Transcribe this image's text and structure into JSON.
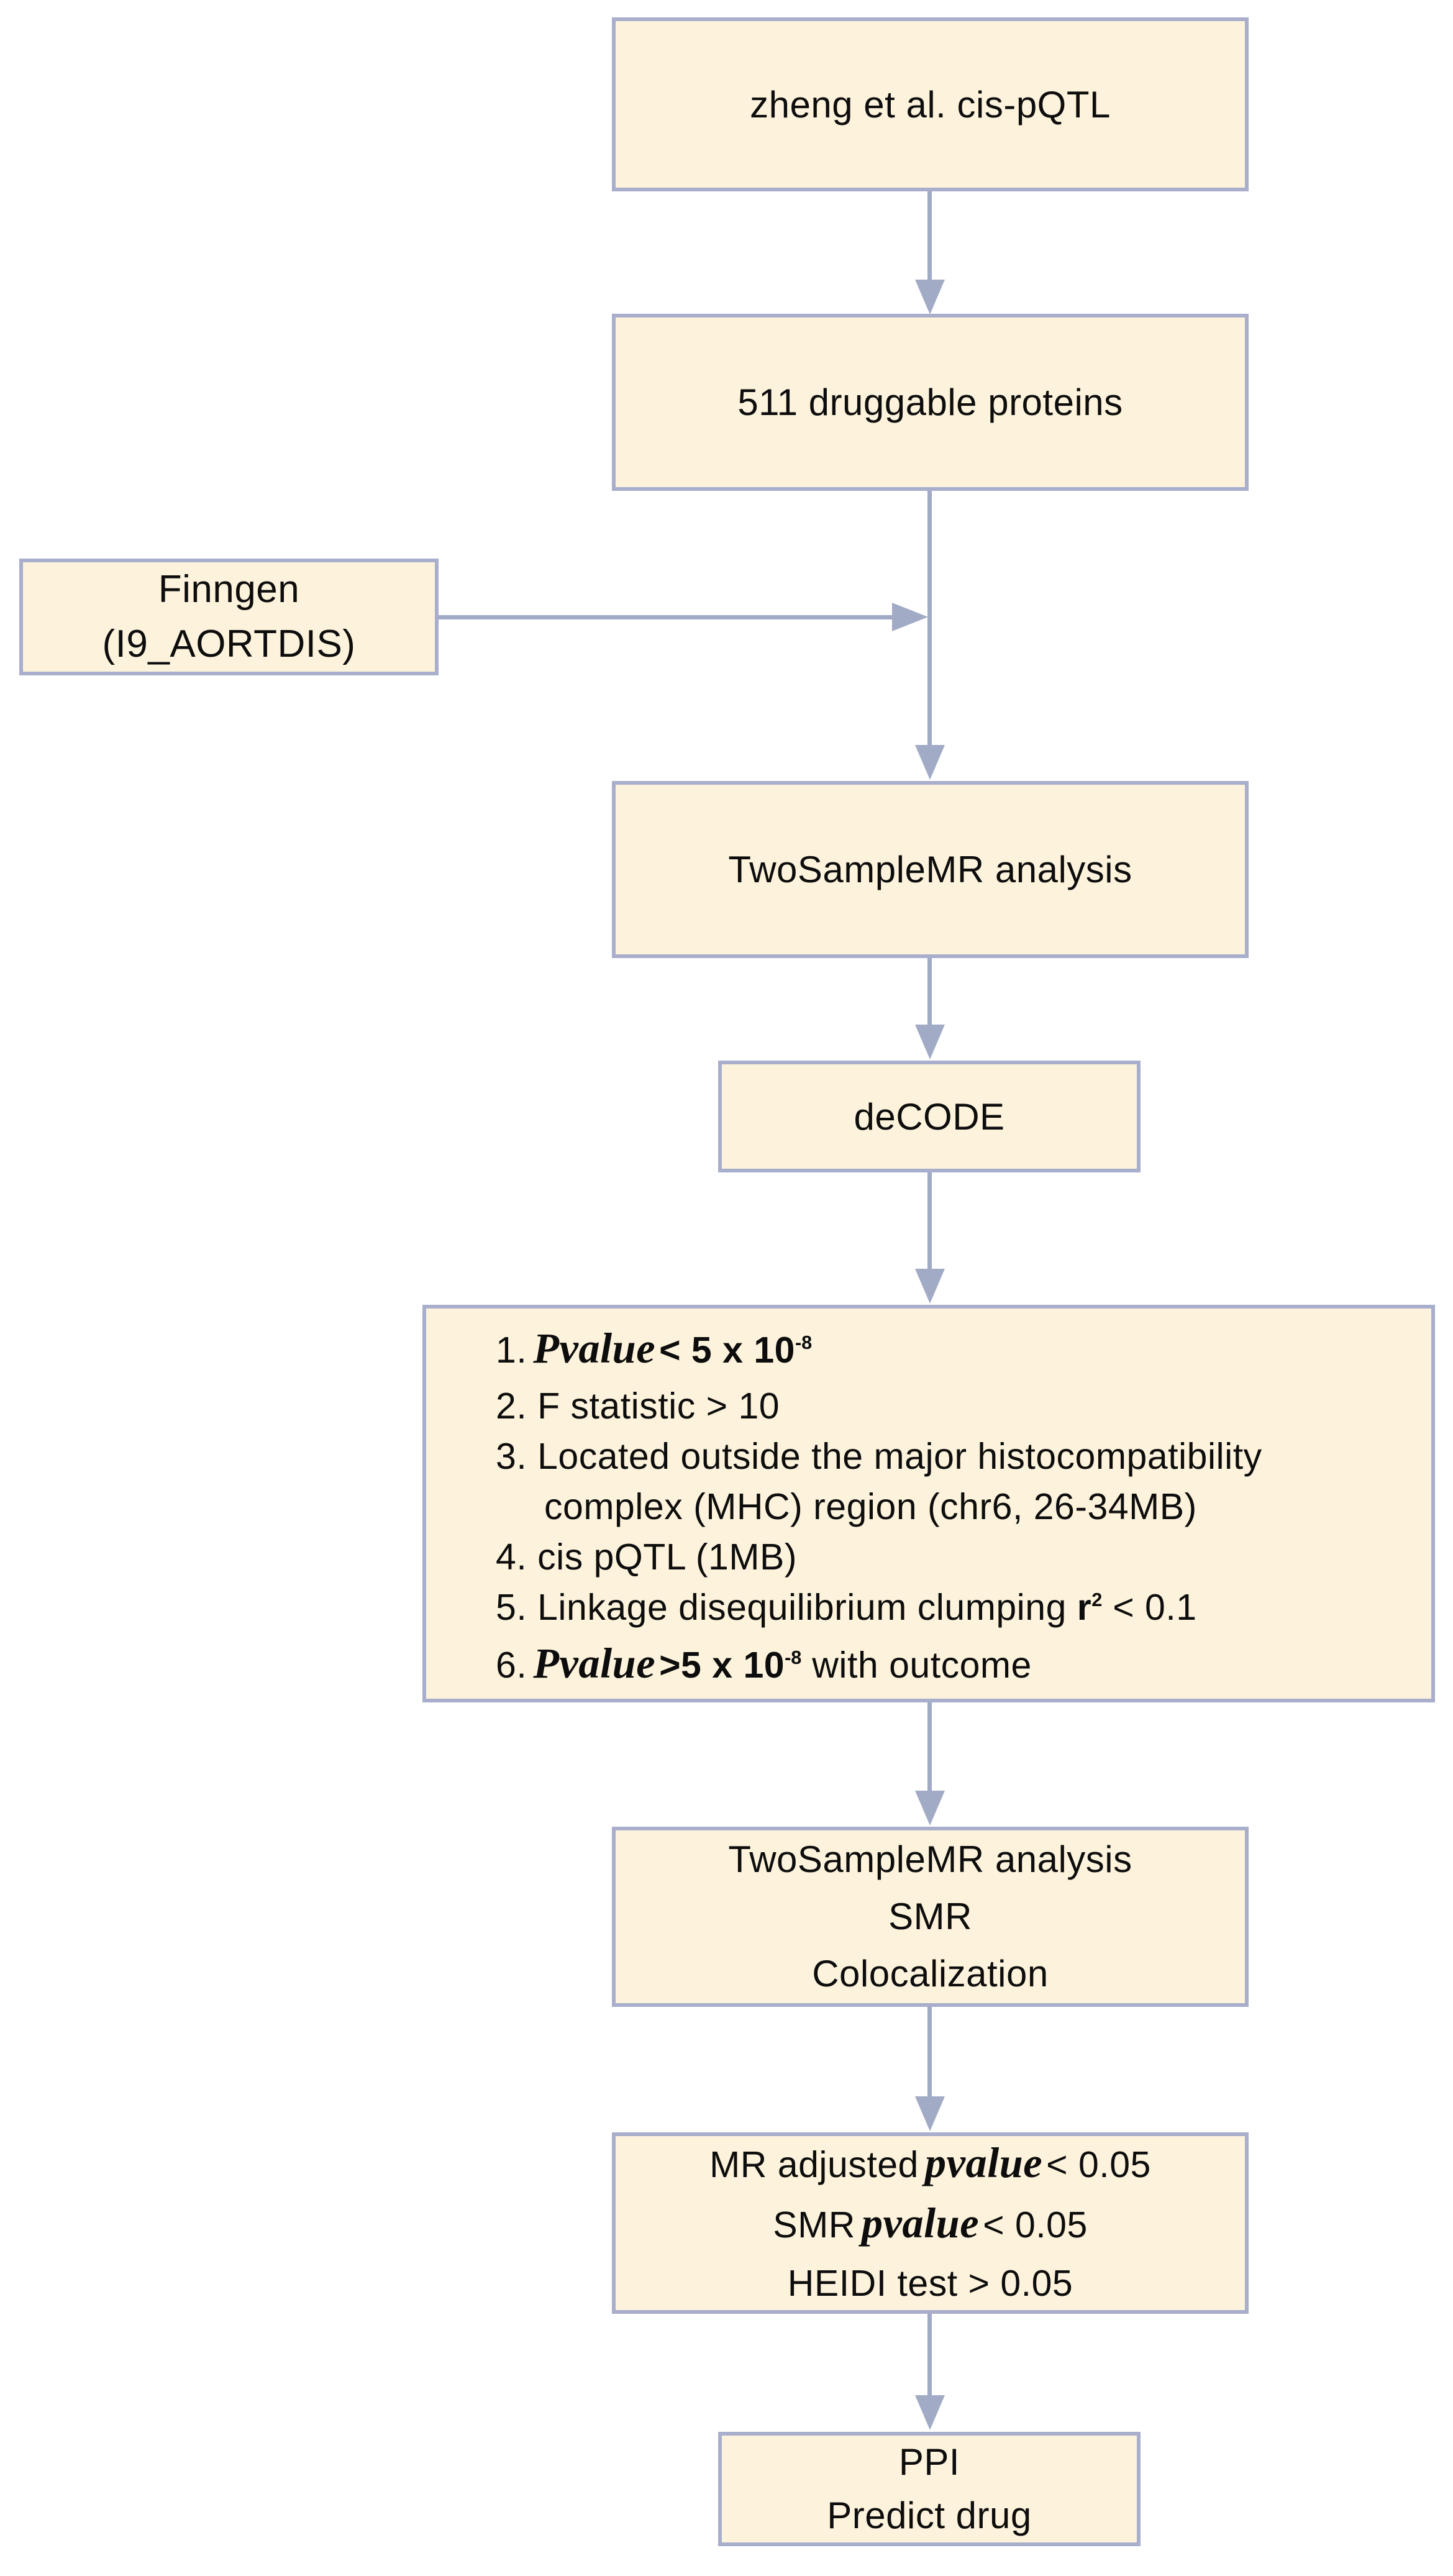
{
  "colors": {
    "page_bg": "#ffffff",
    "box_fill": "#fdf3dc",
    "box_border": "#a8aecb",
    "arrow": "#a2abc6",
    "text": "#0d0d0d"
  },
  "nodes": {
    "zheng": {
      "label": "zheng et al. cis-pQTL"
    },
    "druggable": {
      "label": "511 druggable proteins"
    },
    "finngen": {
      "line1": "Finngen",
      "line2": "(I9_AORTDIS)"
    },
    "mr1": {
      "label": "TwoSampleMR analysis"
    },
    "decode": {
      "label": "deCODE"
    },
    "criteria": {
      "item1": {
        "num": "1.",
        "pvalue": "Pvalue",
        "cond": "< 5 x 10",
        "sup": "-8"
      },
      "item2": {
        "text": "2. F statistic > 10"
      },
      "item3": {
        "line1": "3. Located outside the major histocompatibility",
        "line2": "complex (MHC) region (chr6, 26-34MB)"
      },
      "item4": {
        "text": "4. cis pQTL (1MB)"
      },
      "item5": {
        "lead": "5. Linkage disequilibrium clumping ",
        "r": "r",
        "sup": "2",
        "tail": " < 0.1"
      },
      "item6": {
        "num": "6.",
        "pvalue": "Pvalue",
        "cond": ">5 x 10",
        "sup": "-8",
        "tail": " with outcome"
      }
    },
    "analysis": {
      "line1": "TwoSampleMR analysis",
      "line2": "SMR",
      "line3": "Colocalization"
    },
    "thresholds": {
      "line1": {
        "lead": "MR adjusted",
        "pvalue": "pvalue",
        "tail": "< 0.05"
      },
      "line2": {
        "lead": "SMR",
        "pvalue": "pvalue",
        "tail": "< 0.05"
      },
      "line3": {
        "text": "HEIDI test > 0.05"
      }
    },
    "ppi": {
      "line1": "PPI",
      "line2": "Predict drug"
    }
  }
}
